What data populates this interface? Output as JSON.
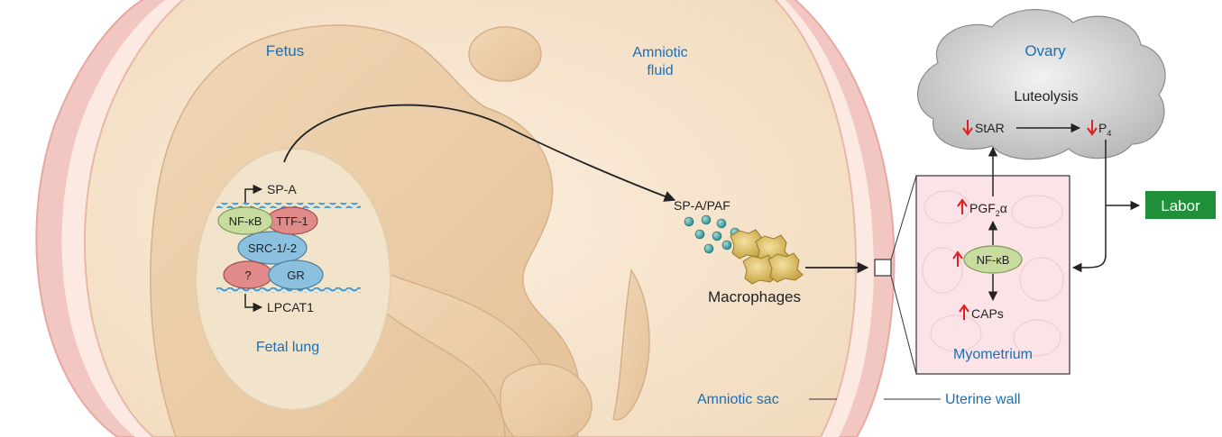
{
  "labels": {
    "fetus": "Fetus",
    "amniotic_fluid_line1": "Amniotic",
    "amniotic_fluid_line2": "fluid",
    "fetal_lung": "Fetal lung",
    "amniotic_sac": "Amniotic sac",
    "uterine_wall": "Uterine wall",
    "ovary": "Ovary",
    "luteolysis": "Luteolysis",
    "myometrium": "Myometrium",
    "macrophages": "Macrophages",
    "sp_a_paf": "SP-A/PAF",
    "labor": "Labor"
  },
  "lung_complex": {
    "sp_a": "SP-A",
    "nf_kb": "NF-κB",
    "ttf_1": "TTF-1",
    "src": "SRC-1/-2",
    "unknown": "?",
    "gr": "GR",
    "lpcat1": "LPCAT1"
  },
  "ovary_pathway": {
    "star": "StAR",
    "p": "P",
    "p_sub": "4"
  },
  "myometrium_pathway": {
    "pgf": "PGF",
    "pgf_sub": "2",
    "alpha": "α",
    "nf_kb": "NF-κB",
    "caps": "CAPs"
  },
  "colors": {
    "label_blue": "#1a6fb4",
    "labor_green": "#1f8f3a",
    "up_down_arrow": "#e02020",
    "nfkb_green": "#c9dca0",
    "ttf_red": "#e08a8a",
    "src_blue": "#8cc0df",
    "dna_blue": "#3a9ad8"
  }
}
